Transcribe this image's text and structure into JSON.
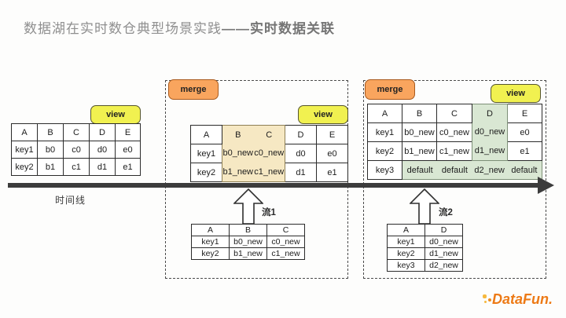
{
  "slide": {
    "title_part1": "数据湖在实时数仓典型场景实践",
    "title_part2": "——实时数据关联"
  },
  "timeline": {
    "label": "时间线"
  },
  "stage1": {
    "view_label": "view",
    "table": {
      "headers": [
        "A",
        "B",
        "C",
        "D",
        "E"
      ],
      "rows": [
        [
          "key1",
          "b0",
          "c0",
          "d0",
          "e0"
        ],
        [
          "key2",
          "b1",
          "c1",
          "d1",
          "e1"
        ]
      ]
    }
  },
  "stage2": {
    "merge_label": "merge",
    "view_label": "view",
    "table": {
      "headers": [
        "A",
        "B",
        "C",
        "D",
        "E"
      ],
      "highlighted_columns": [
        "B",
        "C"
      ],
      "rows": [
        [
          "key1",
          "b0_new",
          "c0_new",
          "d0",
          "e0"
        ],
        [
          "key2",
          "b1_new",
          "c1_new",
          "d1",
          "e1"
        ]
      ]
    },
    "stream": {
      "label": "流1",
      "table": {
        "headers": [
          "A",
          "B",
          "C"
        ],
        "rows": [
          [
            "key1",
            "b0_new",
            "c0_new"
          ],
          [
            "key2",
            "b1_new",
            "c1_new"
          ]
        ]
      }
    }
  },
  "stage3": {
    "merge_label": "merge",
    "view_label": "view",
    "table": {
      "headers": [
        "A",
        "B",
        "C",
        "D",
        "E"
      ],
      "highlighted_columns": [
        "D"
      ],
      "highlighted_rows": [
        "key3"
      ],
      "rows": [
        [
          "key1",
          "b0_new",
          "c0_new",
          "d0_new",
          "e0"
        ],
        [
          "key2",
          "b1_new",
          "c1_new",
          "d1_new",
          "e1"
        ],
        [
          "key3",
          "default",
          "default",
          "d2_new",
          "default"
        ]
      ]
    },
    "stream": {
      "label": "流2",
      "table": {
        "headers": [
          "A",
          "D"
        ],
        "rows": [
          [
            "key1",
            "d0_new"
          ],
          [
            "key2",
            "d1_new"
          ],
          [
            "key3",
            "d2_new"
          ]
        ]
      }
    }
  },
  "logo": {
    "text": "DataFun."
  },
  "colors": {
    "merge_fill": "#F9A55E",
    "merge_border": "#A85A1E",
    "view_fill": "#F1F150",
    "highlight_tan": "#F6E8C3",
    "highlight_green": "#D9E7D3",
    "timeline_bar": "#3C3C3C",
    "logo_orange": "#ED7A16"
  }
}
